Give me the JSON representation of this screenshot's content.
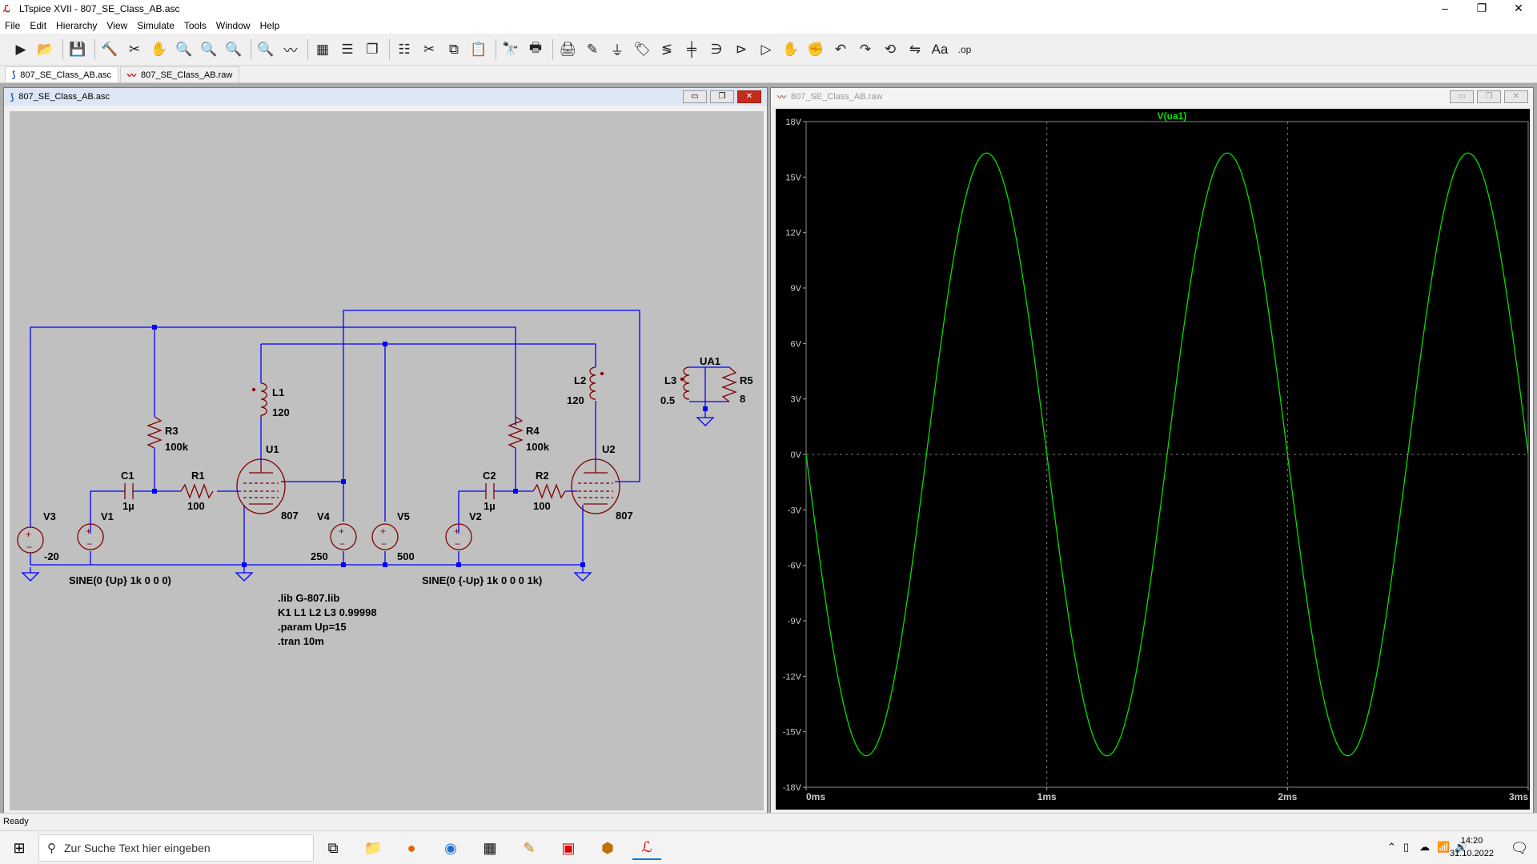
{
  "app": {
    "title": "LTspice XVII - 807_SE_Class_AB.asc"
  },
  "window_controls": {
    "minimize": "–",
    "maximize": "❐",
    "close": "✕"
  },
  "menu": [
    "File",
    "Edit",
    "Hierarchy",
    "View",
    "Simulate",
    "Tools",
    "Window",
    "Help"
  ],
  "toolbar_icons": [
    "run-icon",
    "open-icon",
    "save-icon",
    "control-panel-icon",
    "halt-icon",
    "pan-icon",
    "zoom-in-icon",
    "zoom-box-icon",
    "zoom-out-icon",
    "zoom-fit-icon",
    "autorange-icon",
    "grid-icon",
    "tile-horizontal-icon",
    "cascade-icon",
    "tile-vertical-icon",
    "cut-icon",
    "copy-icon",
    "paste-icon",
    "find-icon",
    "print-setup-icon",
    "print-icon",
    "wire-icon",
    "ground-icon",
    "label-icon",
    "resistor-icon",
    "capacitor-icon",
    "inductor-icon",
    "diode-icon",
    "component-icon",
    "move-icon",
    "drag-icon",
    "undo-icon",
    "redo-icon",
    "rotate-icon",
    "mirror-icon",
    "text-icon",
    "spice-directive-icon"
  ],
  "toolbar_glyphs": [
    "▶",
    "📂",
    "💾",
    "🔨",
    "✂",
    "✋",
    "🔍",
    "🔍",
    "🔍",
    "🔍",
    "〰",
    "▦",
    "☰",
    "❐",
    "☷",
    "✂",
    "⧉",
    "📋",
    "🔭",
    "🖶",
    "🖨",
    "✎",
    "⏚",
    "🏷",
    "≶",
    "╪",
    "∋",
    "⊳",
    "▷",
    "✋",
    "✊",
    "↶",
    "↷",
    "⟲",
    "⇋",
    "Aa",
    ".op"
  ],
  "tabs": [
    {
      "label": "807_SE_Class_AB.asc"
    },
    {
      "label": "807_SE_Class_AB.raw"
    }
  ],
  "schematic_window": {
    "title": "807_SE_Class_AB.asc",
    "components": {
      "r3": "R3",
      "r3_val": "100k",
      "r1": "R1",
      "r1_val": "100",
      "c1": "C1",
      "c1_val": "1µ",
      "l1": "L1",
      "l1_val": "120",
      "u1": "U1",
      "u1_val": "807",
      "v3": "V3",
      "v3_val": "-20",
      "v1": "V1",
      "v4": "V4",
      "v4_val": "250",
      "v5": "V5",
      "v5_val": "500",
      "r4": "R4",
      "r4_val": "100k",
      "c2": "C2",
      "c2_val": "1µ",
      "r2": "R2",
      "r2_val": "100",
      "v2": "V2",
      "l2": "L2",
      "l2_val": "120",
      "u2": "U2",
      "u2_val": "807",
      "ua1": "UA1",
      "l3": "L3",
      "l3_val": "0.5",
      "r5": "R5",
      "r5_val": "8"
    },
    "source_v1": "SINE(0 {Up} 1k 0 0 0)",
    "source_v2": "SINE(0 {-Up} 1k 0 0 0 1k)",
    "directives": [
      ".lib G-807.lib",
      "K1 L1 L2 L3 0.99998",
      ".param Up=15",
      ".tran 10m"
    ]
  },
  "waveform_window": {
    "title": "807_SE_Class_AB.raw"
  },
  "chart_data": {
    "type": "line",
    "title": "",
    "series": [
      {
        "name": "V(ua1)",
        "color": "#00e000",
        "amplitude": 16.3,
        "frequency_hz": 1000,
        "phase_shift": "inverted (starts at 0V, falls first)"
      }
    ],
    "x_ticks": [
      "0ms",
      "1ms",
      "2ms",
      "3ms"
    ],
    "xlim_ms": [
      0,
      3
    ],
    "y_ticks": [
      "18V",
      "15V",
      "12V",
      "9V",
      "6V",
      "3V",
      "0V",
      "-3V",
      "-6V",
      "-9V",
      "-12V",
      "-15V",
      "-18V"
    ],
    "ylim": [
      -18,
      18
    ],
    "grid": true,
    "background": "#000000"
  },
  "status": {
    "text": "Ready"
  },
  "taskbar": {
    "search_placeholder": "Zur Suche Text hier eingeben",
    "time": "14:20",
    "date": "31.10.2022"
  },
  "colors": {
    "wire": "#0000ff",
    "symbol": "#800000",
    "trace": "#00e000",
    "schematic_bg": "#c0c0c0"
  }
}
